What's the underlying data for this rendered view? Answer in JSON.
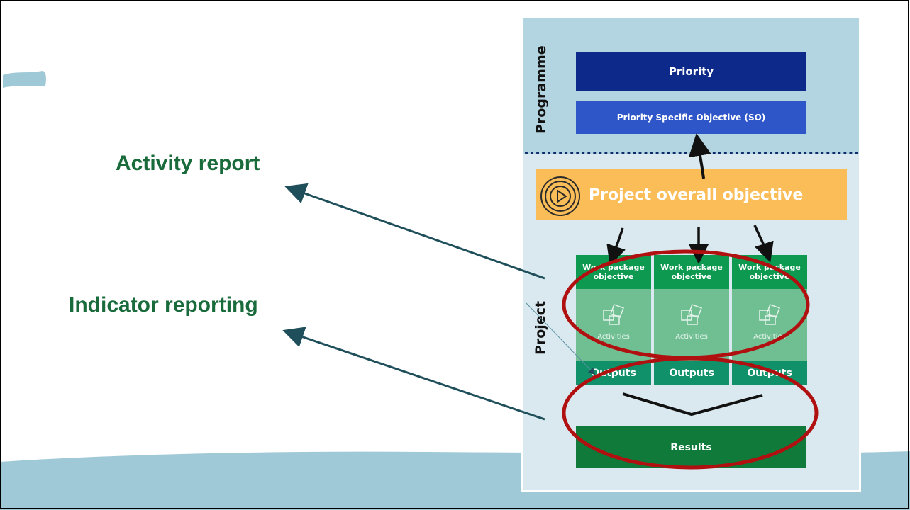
{
  "left_labels": {
    "activity_report": "Activity report",
    "indicator_reporting": "Indicator reporting"
  },
  "diagram": {
    "programme_label": "Programme",
    "project_label": "Project",
    "priority": "Priority",
    "priority_so": "Priority Specific Objective (SO)",
    "overall_objective": "Project overall objective",
    "work_packages": [
      {
        "header": "Work package objective",
        "activities": "Activities",
        "outputs": "Outputs"
      },
      {
        "header": "Work package objective",
        "activities": "Activities",
        "outputs": "Outputs"
      },
      {
        "header": "Work package objective",
        "activities": "Activities",
        "outputs": "Outputs"
      }
    ],
    "results": "Results"
  },
  "colors": {
    "label_green": "#1a6b3c",
    "priority_blue": "#0d2a8a",
    "so_blue": "#2e56c8",
    "overall_orange": "#fbbd57",
    "wp_green": "#0d9a50",
    "results_green": "#0f7a3a",
    "outputs_teal": "#11916a",
    "ellipse_red": "#b01010",
    "arrow_teal": "#1f4f5a",
    "wave_blue": "#9fc9d6"
  }
}
